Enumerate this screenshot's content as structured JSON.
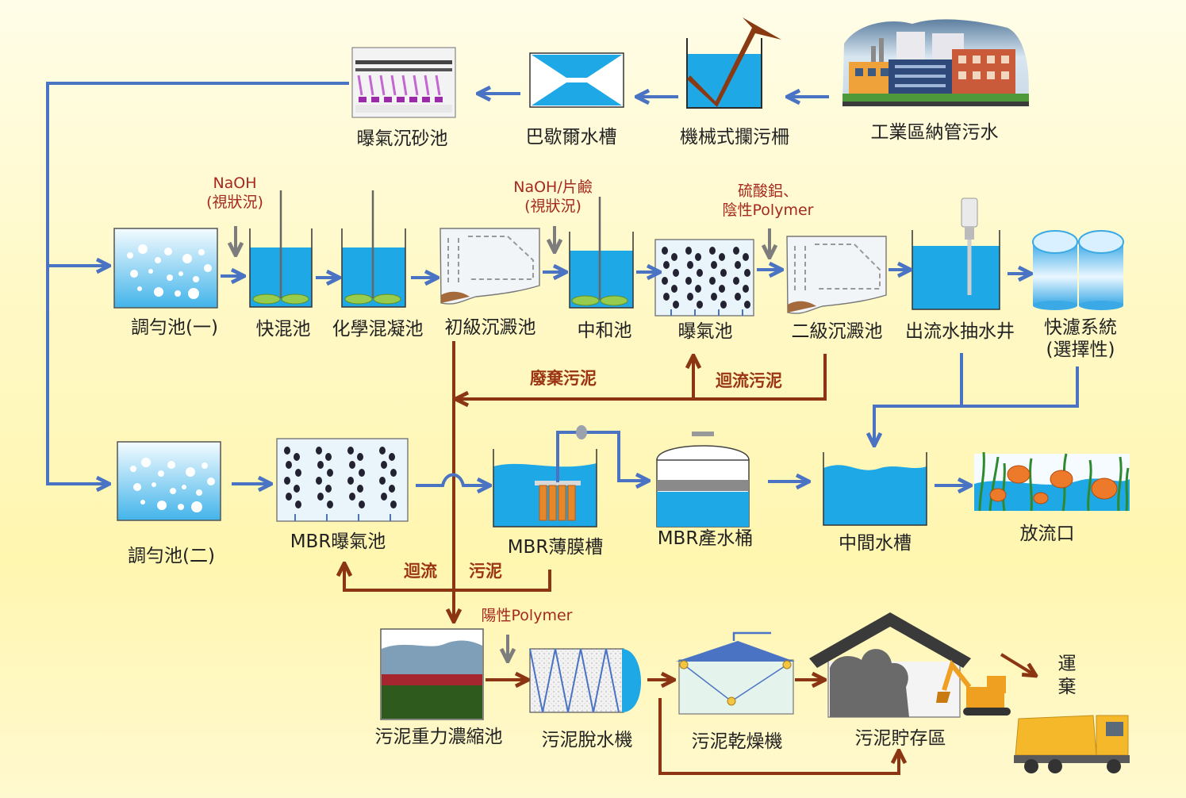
{
  "colors": {
    "flow_arrow": "#4a73c4",
    "sludge_arrow": "#8b3513",
    "chem_arrow": "#7d7d7d",
    "water": "#1fa8e6",
    "chem_text": "#a5291e"
  },
  "row1": {
    "wastewater": "工業區納管污水",
    "bar_screen": "機械式攔污柵",
    "parshall": "巴歇爾水槽",
    "grit": "曝氣沉砂池"
  },
  "row2": {
    "eq1": "調勻池(一)",
    "rapid": "快混池",
    "coag": "化學混凝池",
    "primary": "初級沉澱池",
    "neutral": "中和池",
    "aeration": "曝氣池",
    "secondary": "二級沉澱池",
    "well": "出流水抽水井",
    "filter_l1": "快濾系統",
    "filter_l2": "(選擇性)"
  },
  "chemicals": {
    "naoh1_l1": "NaOH",
    "naoh1_l2": "(視狀況)",
    "naoh2_l1": "NaOH/片鹼",
    "naoh2_l2": "(視狀況)",
    "alum_l1": "硫酸鋁、",
    "alum_l2": "陰性Polymer",
    "cat_polymer": "陽性Polymer"
  },
  "sludge_labels": {
    "waste": "廢棄污泥",
    "return1": "迴流污泥",
    "return2a": "迴流",
    "return2b": "污泥"
  },
  "row3": {
    "eq2": "調勻池(二)",
    "mbr_aer": "MBR曝氣池",
    "mbr_tank": "MBR薄膜槽",
    "mbr_bucket": "MBR產水桶",
    "middle": "中間水槽",
    "outfall": "放流口"
  },
  "row4": {
    "thickener": "污泥重力濃縮池",
    "dewater": "污泥脫水機",
    "dryer": "污泥乾燥機",
    "storage": "污泥貯存區",
    "disposal": "運棄"
  }
}
